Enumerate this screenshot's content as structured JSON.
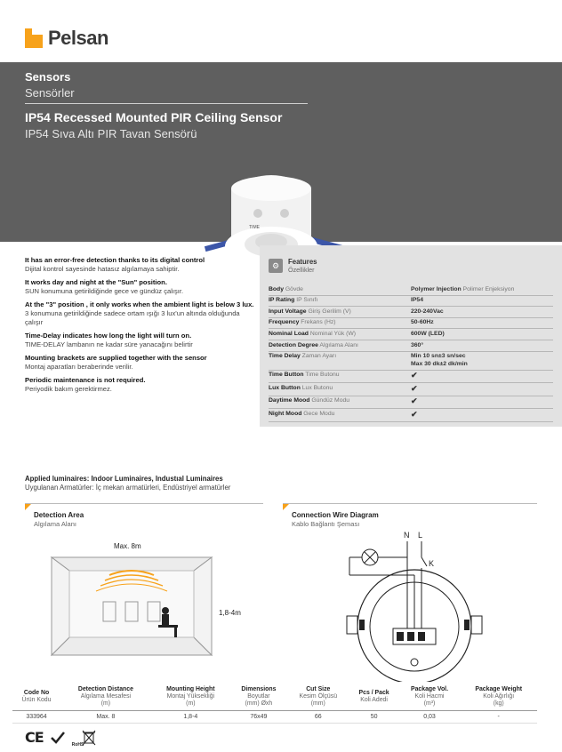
{
  "brand": {
    "name": "Pelsan",
    "accent": "#f7a21b"
  },
  "hero": {
    "category_en": "Sensors",
    "category_tr": "Sensörler",
    "title_en": "IP54 Recessed Mounted PIR Ceiling Sensor",
    "title_tr": "IP54 Sıva Altı PIR Tavan Sensörü",
    "device_label": "TIME"
  },
  "descriptions": [
    {
      "en": "It has an error-free detection thanks to its digital control",
      "tr": "Dijital kontrol sayesinde hatasız algılamaya sahiptir."
    },
    {
      "en": "It works day and night at the \"Sun\" position.",
      "tr": "SUN konumuna getirildiğinde gece ve gündüz çalışır."
    },
    {
      "en": "At the \"3\" position , it only works when the ambient light is below 3 lux.",
      "tr": "3 konumuna getirildiğinde sadece ortam ışığı 3 lux'un altında olduğunda çalışır"
    },
    {
      "en": "Time-Delay indicates how long the light will turn on.",
      "tr": "TIME-DELAY lambanın ne kadar süre yanacağını belirtir"
    },
    {
      "en": "Mounting brackets are supplied together with the sensor",
      "tr": "Montaj aparatları beraberinde verilir."
    },
    {
      "en": "Periodic maintenance is not required.",
      "tr": "Periyodik bakım gerektirmez."
    }
  ],
  "features": {
    "title_en": "Features",
    "title_tr": "Özellikler",
    "rows": [
      {
        "k_en": "Body",
        "k_tr": "Gövde",
        "v_en": "Polymer Injection",
        "v_tr": "Polimer Enjeksiyon"
      },
      {
        "k_en": "IP Rating",
        "k_tr": "IP Sınıfı",
        "v_en": "IP54",
        "v_tr": ""
      },
      {
        "k_en": "Input Voltage",
        "k_tr": "Giriş Gerilim (V)",
        "v_en": "220-240Vac",
        "v_tr": ""
      },
      {
        "k_en": "Frequency",
        "k_tr": "Frekans (Hz)",
        "v_en": "50-60Hz",
        "v_tr": ""
      },
      {
        "k_en": "Nominal Load",
        "k_tr": "Nominal Yük (W)",
        "v_en": "600W (LED)",
        "v_tr": ""
      },
      {
        "k_en": "Detection Degree",
        "k_tr": "Algılama Alanı",
        "v_en": "360°",
        "v_tr": ""
      },
      {
        "k_en": "Time Delay",
        "k_tr": "Zaman Ayarı",
        "v_en": "Min 10 sn±3 sn/sec",
        "v_tr": "Max 30 dk±2 dk/min"
      },
      {
        "k_en": "Time Button",
        "k_tr": "Time Butonu",
        "v_en": "✔",
        "v_tr": ""
      },
      {
        "k_en": "Lux Button",
        "k_tr": "Lux Butonu",
        "v_en": "✔",
        "v_tr": ""
      },
      {
        "k_en": "Daytime Mood",
        "k_tr": "Gündüz Modu",
        "v_en": "✔",
        "v_tr": ""
      },
      {
        "k_en": "Night Mood",
        "k_tr": "Gece Modu",
        "v_en": "✔",
        "v_tr": ""
      }
    ]
  },
  "luminaires": {
    "en": "Applied luminaires: Indoor Luminaires, Industıal Luminaires",
    "tr": "Uygulanan Armatürler: İç mekan armatürleri, Endüstriyel armatürler"
  },
  "detection": {
    "title_en": "Detection Area",
    "title_tr": "Algılama Alanı",
    "max_label": "Max. 8m",
    "height_label": "1,8-4m"
  },
  "wiring": {
    "title_en": "Connection Wire Diagram",
    "title_tr": "Kablo Bağlantı Şeması",
    "label_n": "N",
    "label_l": "L",
    "label_k": "K"
  },
  "spec": {
    "headers": [
      {
        "en": "Code No",
        "tr": "Ürün Kodu",
        "tr2": ""
      },
      {
        "en": "Detection Distance",
        "tr": "Algılama Mesafesi",
        "tr2": "(m)"
      },
      {
        "en": "Mounting Height",
        "tr": "Montaj Yüksekliği",
        "tr2": "(m)"
      },
      {
        "en": "Dimensions",
        "tr": "Boyutlar",
        "tr2": "(mm) Øxh"
      },
      {
        "en": "Cut Size",
        "tr": "Kesim Ölçüsü",
        "tr2": "(mm)"
      },
      {
        "en": "Pcs / Pack",
        "tr": "Koli Adedi",
        "tr2": ""
      },
      {
        "en": "Package Vol.",
        "tr": "Koli Hacmi",
        "tr2": "(m³)"
      },
      {
        "en": "Package Weight",
        "tr": "Koli Ağırlığı",
        "tr2": "(kg)"
      }
    ],
    "row": [
      "333964",
      "Max. 8",
      "1,8-4",
      "76x49",
      "66",
      "50",
      "0,03",
      "-"
    ]
  },
  "certs": {
    "ce": "CE",
    "rohs": "RoHS"
  }
}
